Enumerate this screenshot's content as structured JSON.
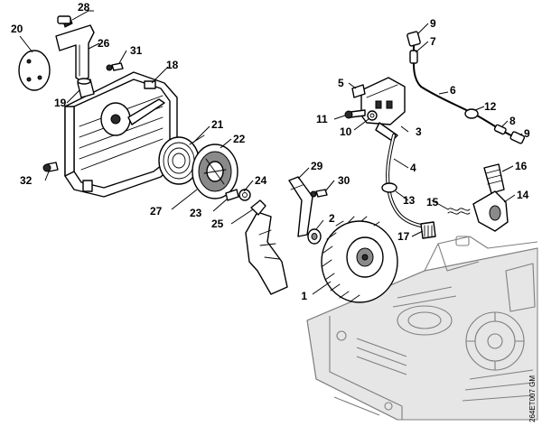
{
  "diagram": {
    "drawing_code": "264ET007 GM",
    "callouts": [
      "1",
      "2",
      "3",
      "4",
      "5",
      "6",
      "7",
      "8",
      "9",
      "9",
      "10",
      "11",
      "12",
      "13",
      "14",
      "15",
      "16",
      "17",
      "18",
      "19",
      "20",
      "21",
      "22",
      "23",
      "24",
      "25",
      "26",
      "27",
      "28",
      "29",
      "30",
      "31",
      "32"
    ]
  }
}
